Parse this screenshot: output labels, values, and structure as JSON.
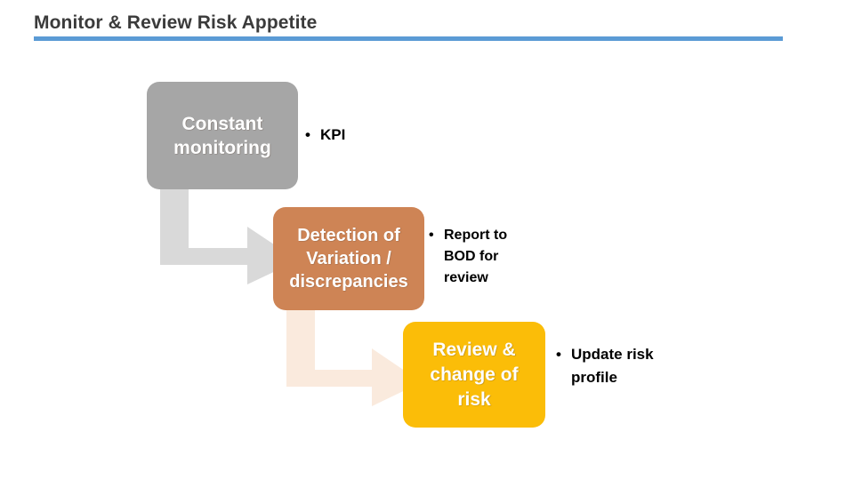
{
  "slide": {
    "title": "Monitor & Review Risk Appetite",
    "rule_color": "#5B9BD5",
    "background": "#FFFFFF"
  },
  "process": {
    "steps": [
      {
        "id": "constant-monitoring",
        "label": "Constant monitoring",
        "color": "#A6A6A6",
        "text_color": "#FFFFFF",
        "bullets": [
          "KPI"
        ]
      },
      {
        "id": "detection-variation",
        "label": "Detection of Variation / discrepancies",
        "color": "#CE8455",
        "text_color": "#FFFFFF",
        "bullets": [
          "Report to BOD for review"
        ]
      },
      {
        "id": "review-change",
        "label": "Review & change of risk",
        "color": "#FBBD08",
        "text_color": "#FFFFFF",
        "bullets": [
          "Update risk profile"
        ]
      }
    ],
    "connectors": [
      {
        "id": "connector-1",
        "from": "constant-monitoring",
        "to": "detection-variation",
        "shape": "elbow-arrow-down-right",
        "color": "#D9D9D9"
      },
      {
        "id": "connector-2",
        "from": "detection-variation",
        "to": "review-change",
        "shape": "elbow-arrow-down-right",
        "color": "#FAEADD"
      }
    ]
  }
}
